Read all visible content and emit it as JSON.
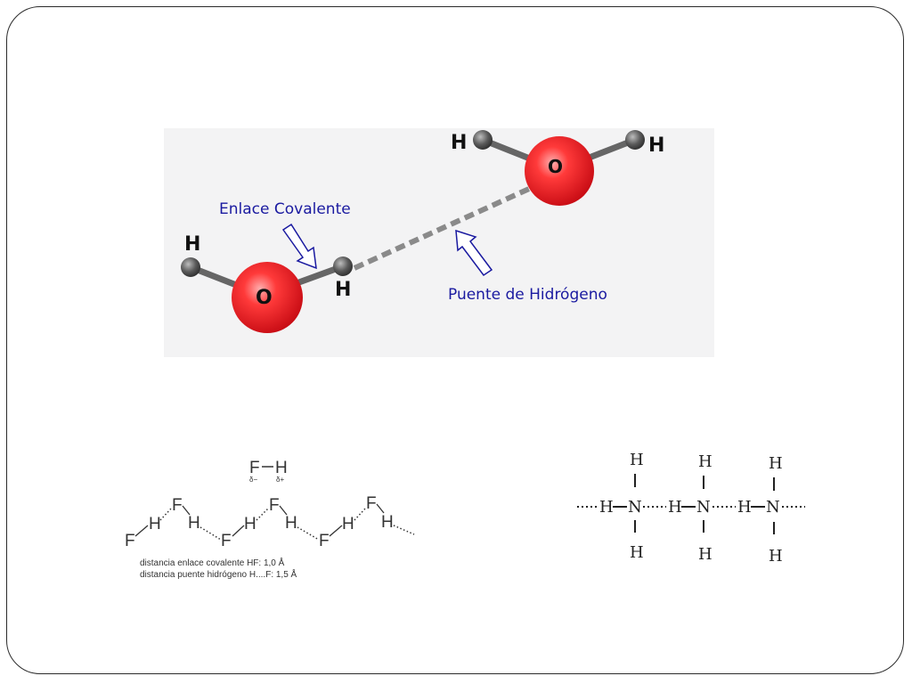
{
  "slide": {
    "water_panel": {
      "labels": {
        "covalent": "Enlace Covalente",
        "hydrogen_bond": "Puente de Hidrógeno"
      },
      "molecule_1": {
        "h_left": "H",
        "oxygen": "O",
        "h_right": "H"
      },
      "molecule_2": {
        "h_left": "H",
        "oxygen": "O",
        "h_right": "H"
      },
      "colors": {
        "oxygen": "#e8202a",
        "hydrogen": "#555555",
        "label": "#1a1aa0",
        "bond": "#8a8a8a"
      }
    },
    "hf_panel": {
      "monomer": {
        "f": "F",
        "h": "H",
        "delta_minus": "δ−",
        "delta_plus": "δ+"
      },
      "chain": {
        "atoms": [
          "F",
          "H",
          "F",
          "H",
          "F",
          "H",
          "F",
          "H",
          "F",
          "H",
          "F",
          "H"
        ]
      },
      "notes": [
        "distancia enlace covalente HF: 1,0 Å",
        "distancia puente hidrógeno H....F: 1,5 Å"
      ]
    },
    "nh3_panel": {
      "top_h": [
        "H",
        "H",
        "H"
      ],
      "bottom_h": [
        "H",
        "H",
        "H"
      ],
      "chain_h": [
        "H",
        "H",
        "H"
      ],
      "nitrogens": [
        "N",
        "N",
        "N"
      ]
    }
  }
}
